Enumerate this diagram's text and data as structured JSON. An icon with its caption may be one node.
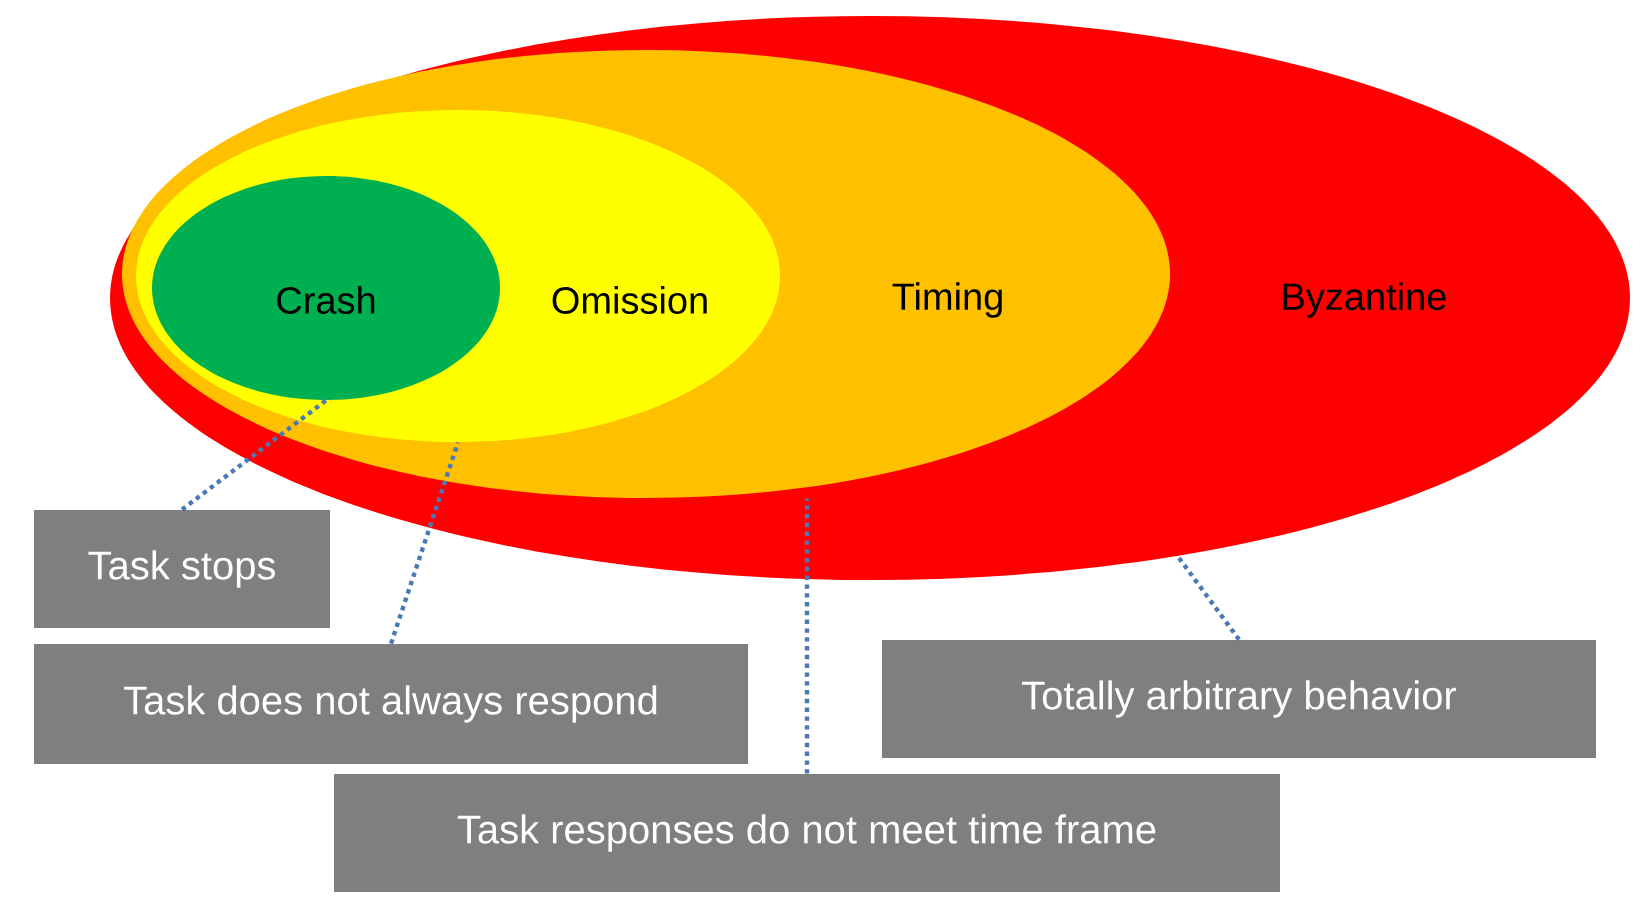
{
  "diagram": {
    "nodes": [
      {
        "text": [
          "Byzantine"
        ]
      },
      {
        "text": [
          "Timing"
        ],
        "in": 0
      },
      {
        "text": [
          "Omission"
        ],
        "in": 1
      },
      {
        "text": [
          "Crash"
        ],
        "in": 2
      },
      {
        "text": [
          "Task stops"
        ]
      },
      {
        "text": [
          "Task does not always respond"
        ]
      },
      {
        "text": [
          "Task responses do not meet time frame"
        ]
      },
      {
        "text": [
          "Totally arbitrary behavior"
        ]
      }
    ],
    "edges": [
      {
        "from": 4,
        "to": 3,
        "arrow": "none"
      },
      {
        "from": 5,
        "to": 2,
        "arrow": "none"
      },
      {
        "from": 6,
        "to": 1,
        "arrow": "none"
      },
      {
        "from": 7,
        "to": 0,
        "arrow": "none"
      }
    ]
  }
}
